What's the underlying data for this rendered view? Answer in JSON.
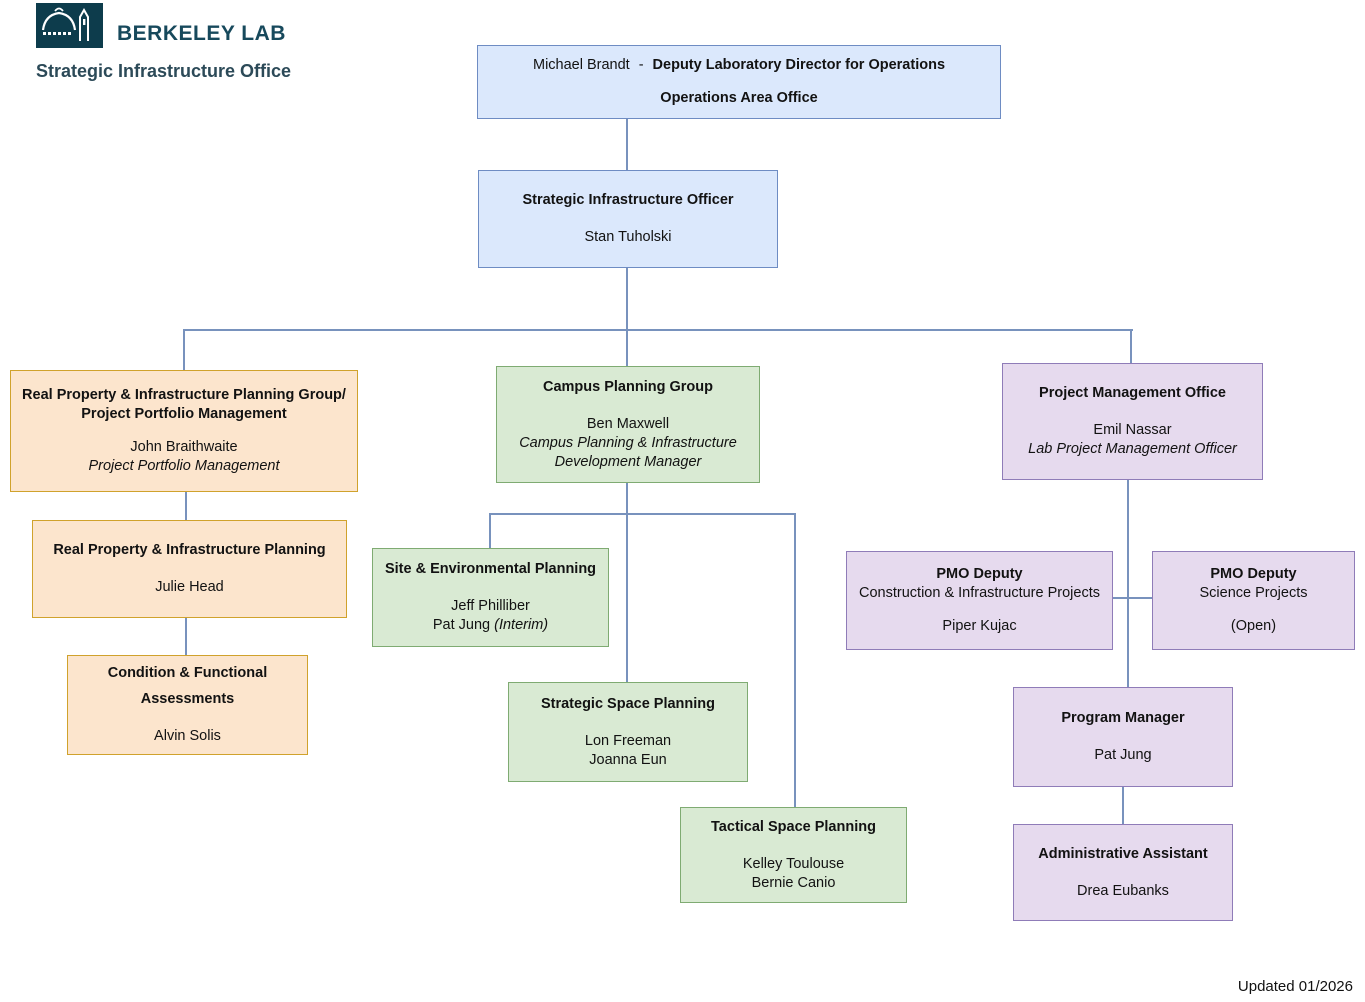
{
  "branding": {
    "org": "BERKELEY LAB",
    "office": "Strategic Infrastructure Office"
  },
  "colors": {
    "brand_teal": "#0d3c4c",
    "brand_text": "#17495c",
    "blue_fill": "#dbe8fc",
    "blue_border": "#6e8cc3",
    "orange_fill": "#fce5cd",
    "orange_border": "#d0a22c",
    "green_fill": "#d9ead3",
    "green_border": "#7fab72",
    "purple_fill": "#e6daee",
    "purple_border": "#8f7cb8",
    "connector": "#7892bd"
  },
  "nodes": {
    "deputy_director": {
      "name": "Michael Brandt",
      "dash": "-",
      "title": "Deputy Laboratory Director for Operations",
      "subtitle": "Operations Area Office"
    },
    "sio": {
      "title": "Strategic Infrastructure Officer",
      "name": "Stan Tuholski"
    },
    "rpip_group": {
      "title_line1": "Real Property & Infrastructure Planning Group/",
      "title_line2": "Project Portfolio Management",
      "name": "John Braithwaite",
      "role": "Project Portfolio Management"
    },
    "rpip": {
      "title": "Real Property & Infrastructure Planning",
      "name": "Julie Head"
    },
    "cfa": {
      "title_line1": "Condition & Functional",
      "title_line2": "Assessments",
      "name": "Alvin Solis"
    },
    "cpg": {
      "title": "Campus Planning Group",
      "name": "Ben Maxwell",
      "role_line1": "Campus Planning & Infrastructure",
      "role_line2": "Development Manager"
    },
    "sep": {
      "title": "Site & Environmental Planning",
      "name": "Jeff Philliber",
      "name2": "Pat Jung",
      "name2_note": "(Interim)"
    },
    "ssp": {
      "title": "Strategic Space Planning",
      "name": "Lon Freeman",
      "name2": "Joanna Eun"
    },
    "tsp": {
      "title": "Tactical Space Planning",
      "name": "Kelley Toulouse",
      "name2": "Bernie Canio"
    },
    "pmo": {
      "title": "Project Management Office",
      "name": "Emil Nassar",
      "role": "Lab Project Management Officer"
    },
    "pmo_deputy_cip": {
      "title": "PMO Deputy",
      "subtitle": "Construction & Infrastructure Projects",
      "name": "Piper Kujac"
    },
    "pmo_deputy_sp": {
      "title": "PMO Deputy",
      "subtitle": "Science Projects",
      "name": "(Open)"
    },
    "pm": {
      "title": "Program Manager",
      "name": "Pat Jung"
    },
    "aa": {
      "title": "Administrative Assistant",
      "name": "Drea Eubanks"
    }
  },
  "footer": {
    "updated": "Updated 01/2026"
  }
}
